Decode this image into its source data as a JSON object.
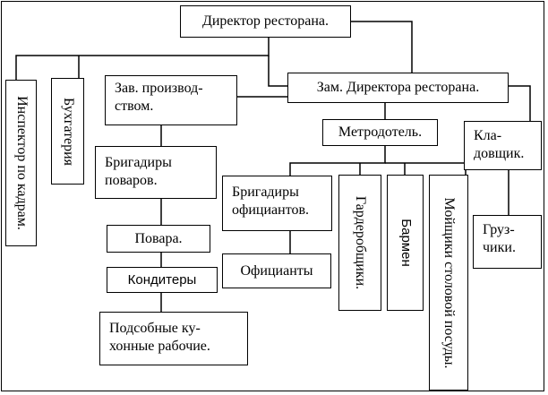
{
  "diagram": {
    "director": "Директор ресторана.",
    "deputy_director": "Зам. Директора ресторана.",
    "hr_inspector": "Инспектор по кадрам.",
    "accounting": "Бухгатерия",
    "production_head": "Зав. производ-ством.",
    "head_waiter": "Метродотель.",
    "storekeeper": "Кла-довщик.",
    "cook_foremen": "Бригадиры поваров.",
    "cooks": "Повара.",
    "confectioners": "Кондитеры",
    "kitchen_helpers": "Подсобные ку-хонные рабочие.",
    "waiter_foremen": "Бригадиры официантов.",
    "waiters": "Официанты",
    "cloakroom": "Гардеробщики.",
    "barman": "Бармен",
    "dishwashers": "Мойщики столовой посуды.",
    "loaders": "Груз-чики."
  }
}
